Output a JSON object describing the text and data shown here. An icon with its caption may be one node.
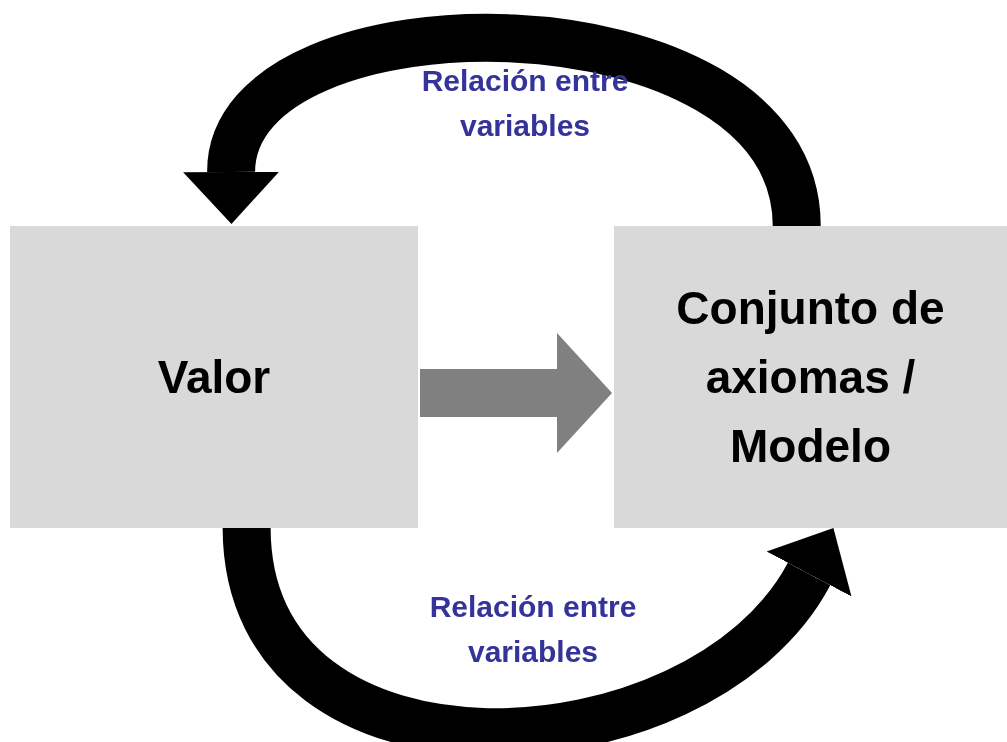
{
  "diagram": {
    "nodes": [
      {
        "text": [
          "Valor"
        ]
      },
      {
        "text": [
          "Conjunto de axiomas / Modelo"
        ]
      }
    ],
    "edges": [
      {
        "from": 0,
        "to": 1,
        "arrow": "to",
        "color": "#808080"
      },
      {
        "from": 1,
        "to": 0,
        "arrow": "to",
        "label": "Relación entre variables"
      },
      {
        "from": 0,
        "to": 1,
        "arrow": "to",
        "label": "Relación entre variables"
      }
    ]
  }
}
